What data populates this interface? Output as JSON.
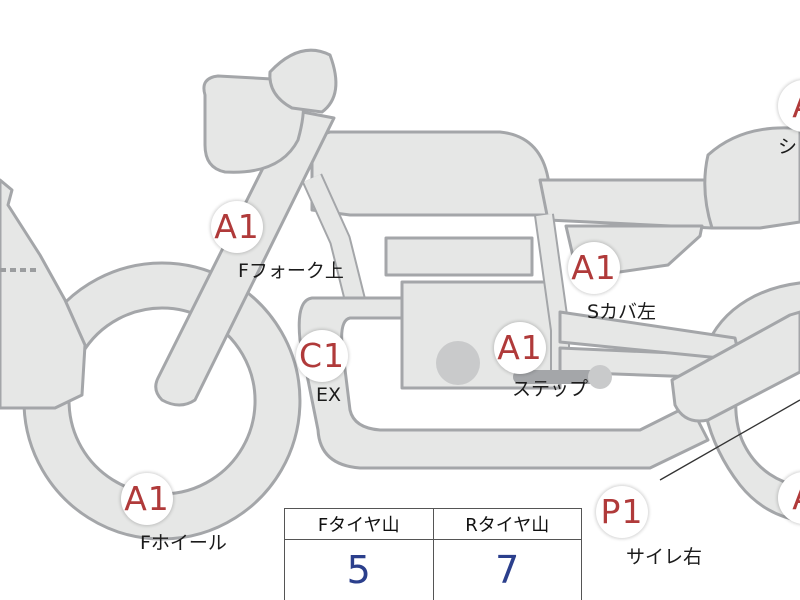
{
  "badges": [
    {
      "id": "fork-upper",
      "code": "A1",
      "label": "Fフォーク上"
    },
    {
      "id": "side-cover-left",
      "code": "A1",
      "label": "Sカバ左"
    },
    {
      "id": "exhaust",
      "code": "C1",
      "label": "EX"
    },
    {
      "id": "step",
      "code": "A1",
      "label": "ステップ"
    },
    {
      "id": "front-wheel",
      "code": "A1",
      "label": "Fホイール"
    },
    {
      "id": "silencer-right",
      "code": "P1",
      "label": "サイレ右"
    },
    {
      "id": "top-right-partial",
      "code": "A",
      "label": "シ"
    },
    {
      "id": "bottom-right-partial",
      "code": "A"
    }
  ],
  "tire_table": {
    "headers": [
      "Fタイヤ山",
      "Rタイヤ山"
    ],
    "values": [
      "5",
      "7"
    ]
  },
  "colors": {
    "body_fill": "#e6e7e6",
    "outline": "#a4a6a9",
    "badge_text": "#b03a3a",
    "value_text": "#2b3f8c"
  }
}
